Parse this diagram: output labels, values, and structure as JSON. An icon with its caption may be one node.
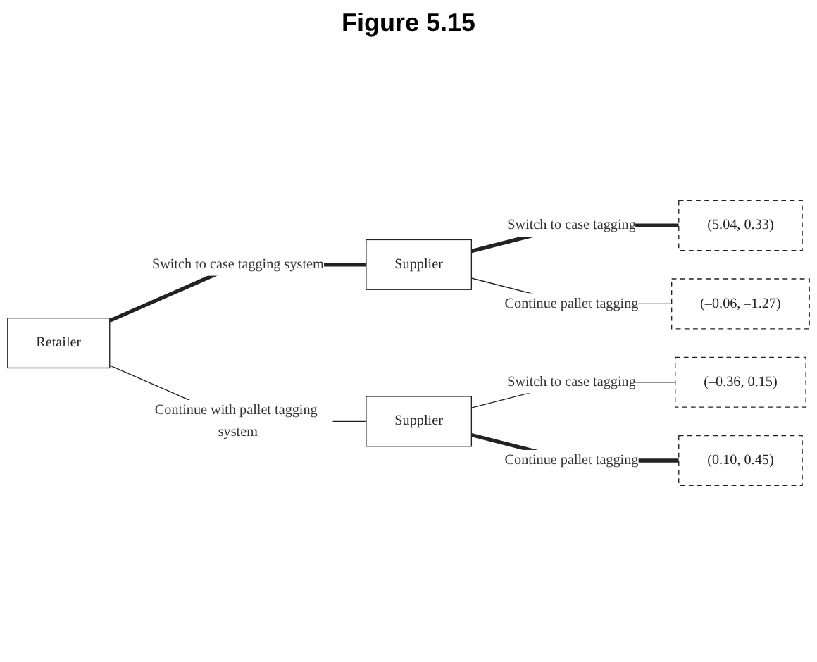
{
  "diagram": {
    "title": "Figure 5.15",
    "nodes": [
      {
        "text": [
          "Retailer"
        ]
      },
      {
        "text": [
          "Supplier"
        ]
      },
      {
        "text": [
          "Supplier"
        ]
      },
      {
        "text": [
          "(5.04, 0.33)"
        ]
      },
      {
        "text": [
          "(–0.06, –1.27)"
        ]
      },
      {
        "text": [
          "(–0.36, 0.15)"
        ]
      },
      {
        "text": [
          "(0.10, 0.45)"
        ]
      }
    ],
    "edges": [
      {
        "from": 0,
        "to": 1,
        "arrow": "none",
        "label": "Switch to case tagging system",
        "style": "thick"
      },
      {
        "from": 0,
        "to": 2,
        "arrow": "none",
        "label": "Continue with pallet tagging system"
      },
      {
        "from": 1,
        "to": 3,
        "arrow": "none",
        "label": "Switch to case tagging",
        "style": "thick"
      },
      {
        "from": 1,
        "to": 4,
        "arrow": "none",
        "label": "Continue pallet tagging"
      },
      {
        "from": 2,
        "to": 5,
        "arrow": "none",
        "label": "Switch to case tagging"
      },
      {
        "from": 2,
        "to": 6,
        "arrow": "none",
        "label": "Continue pallet tagging",
        "style": "thick"
      }
    ]
  }
}
